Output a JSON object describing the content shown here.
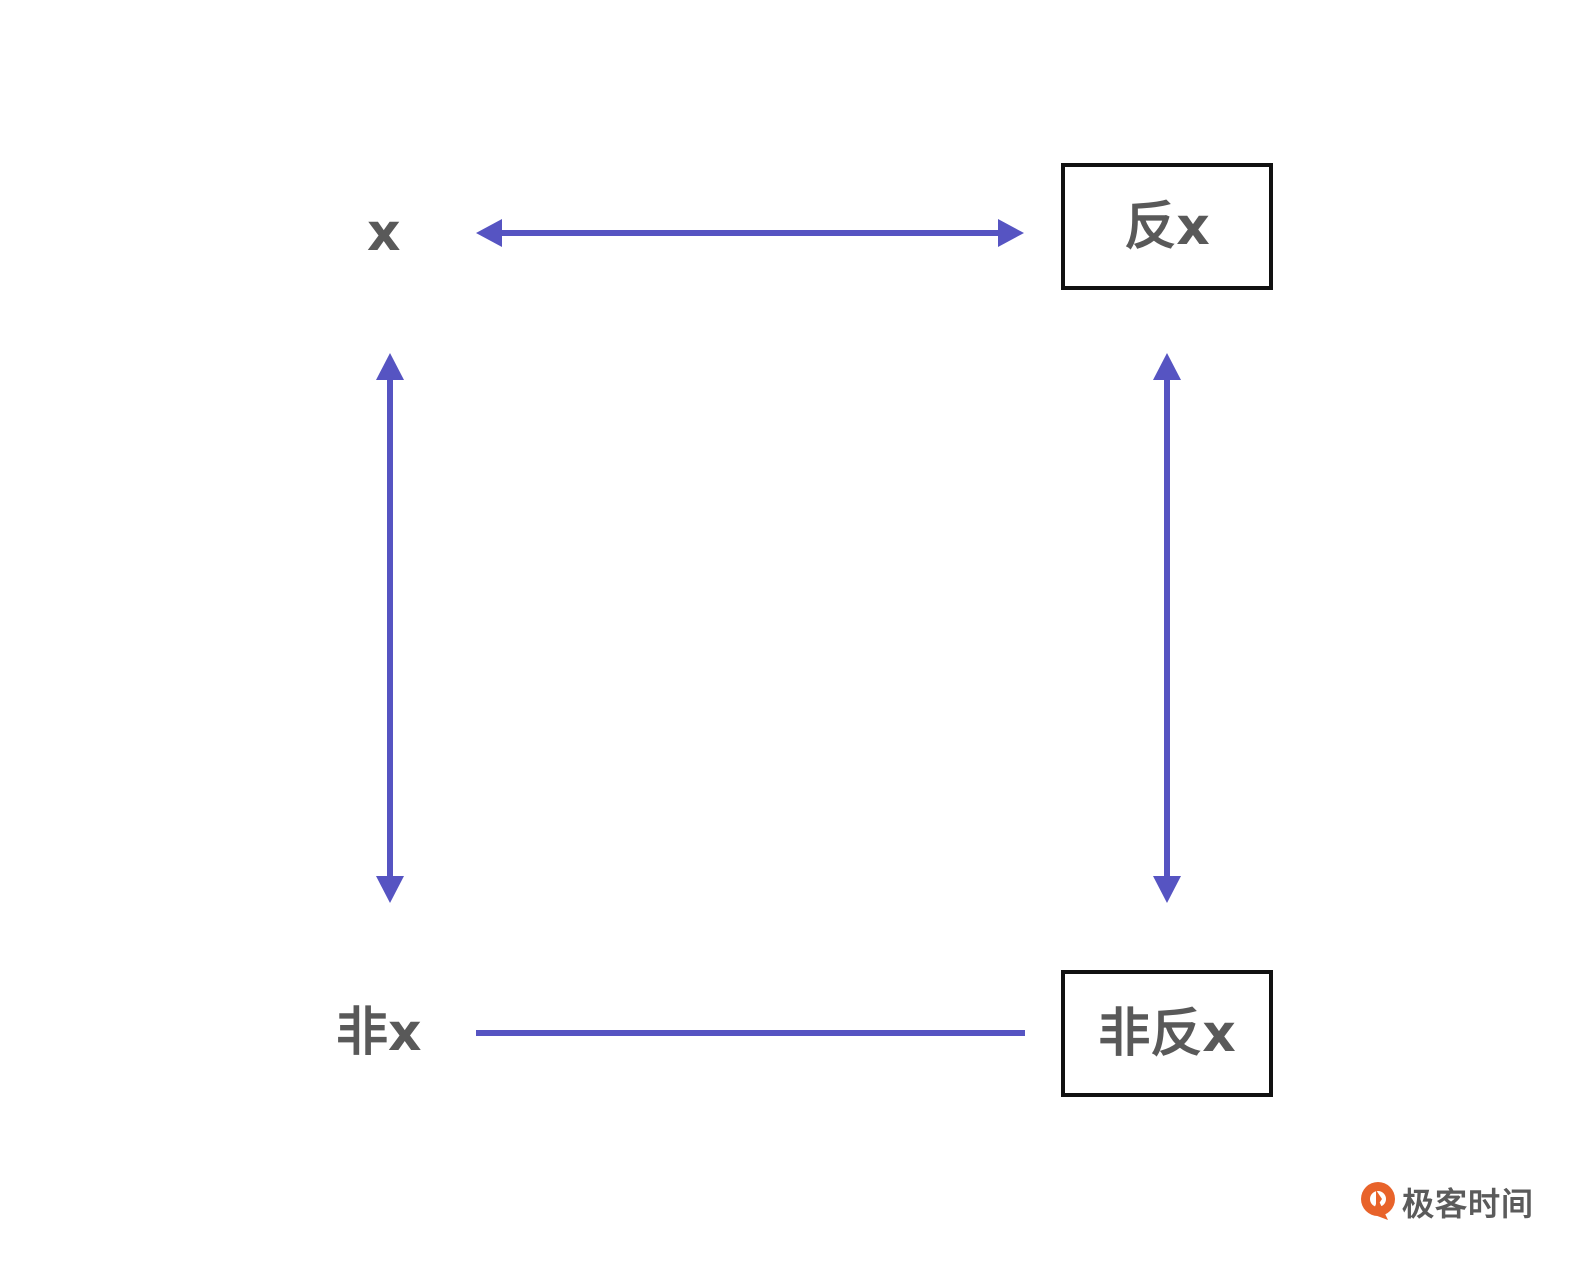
{
  "diagram": {
    "nodes": {
      "x": "x",
      "anti_x": "反x",
      "non_x": "非x",
      "non_anti_x": "非反x"
    },
    "arrow_color": "#5654C2",
    "edges": [
      {
        "from": "x",
        "to": "anti_x",
        "type": "double-arrow"
      },
      {
        "from": "x",
        "to": "non_x",
        "type": "double-arrow"
      },
      {
        "from": "anti_x",
        "to": "non_anti_x",
        "type": "double-arrow"
      },
      {
        "from": "non_x",
        "to": "non_anti_x",
        "type": "line"
      }
    ]
  },
  "watermark": {
    "text": "极客时间",
    "icon": "geektime-logo-icon",
    "icon_color": "#E8632A"
  }
}
